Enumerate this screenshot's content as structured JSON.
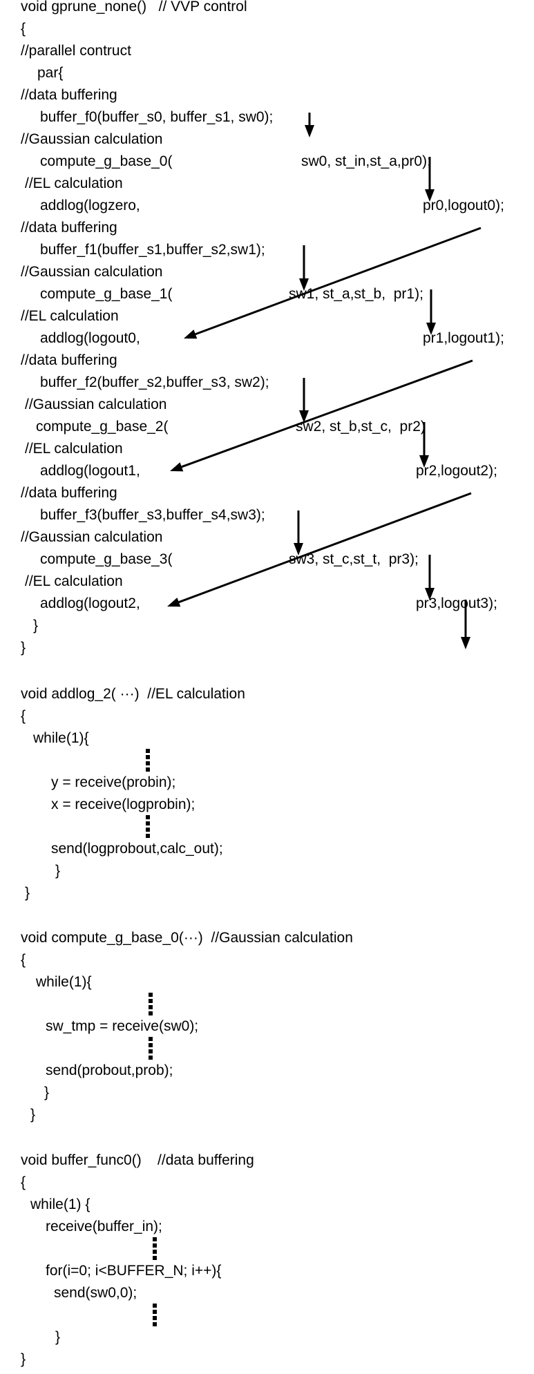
{
  "lines": [
    {
      "id": "l1",
      "text": "void gprune_none()   // VVP control"
    },
    {
      "id": "l2",
      "text": "{"
    },
    {
      "id": "l3",
      "text": "//parallel contruct"
    },
    {
      "id": "l4",
      "text": "par{"
    },
    {
      "id": "l5",
      "text": "//data buffering"
    },
    {
      "id": "l6",
      "text": "buffer_f0(buffer_s0, buffer_s1, sw0);"
    },
    {
      "id": "l7",
      "text": "//Gaussian calculation"
    },
    {
      "id": "l8a",
      "text": "compute_g_base_0("
    },
    {
      "id": "l8b",
      "text": "sw0, st_in,st_a,pr0);"
    },
    {
      "id": "l9",
      "text": "//EL calculation"
    },
    {
      "id": "l10a",
      "text": "addlog(logzero,"
    },
    {
      "id": "l10b",
      "text": "pr0,logout0);"
    },
    {
      "id": "l11",
      "text": "//data buffering"
    },
    {
      "id": "l12",
      "text": "buffer_f1(buffer_s1,buffer_s2,sw1);"
    },
    {
      "id": "l13",
      "text": "//Gaussian calculation"
    },
    {
      "id": "l14a",
      "text": "compute_g_base_1("
    },
    {
      "id": "l14b",
      "text": "sw1, st_a,st_b,  pr1);"
    },
    {
      "id": "l15",
      "text": "//EL calculation"
    },
    {
      "id": "l16a",
      "text": "addlog(logout0,"
    },
    {
      "id": "l16b",
      "text": "pr1,logout1);"
    },
    {
      "id": "l17",
      "text": "//data buffering"
    },
    {
      "id": "l18",
      "text": "buffer_f2(buffer_s2,buffer_s3, sw2);"
    },
    {
      "id": "l19",
      "text": "//Gaussian calculation"
    },
    {
      "id": "l20a",
      "text": "compute_g_base_2("
    },
    {
      "id": "l20b",
      "text": "sw2, st_b,st_c,  pr2)"
    },
    {
      "id": "l21",
      "text": "//EL calculation"
    },
    {
      "id": "l22a",
      "text": "addlog(logout1,"
    },
    {
      "id": "l22b",
      "text": "pr2,logout2);"
    },
    {
      "id": "l23",
      "text": "//data buffering"
    },
    {
      "id": "l24",
      "text": "buffer_f3(buffer_s3,buffer_s4,sw3);"
    },
    {
      "id": "l25",
      "text": "//Gaussian calculation"
    },
    {
      "id": "l26a",
      "text": "compute_g_base_3("
    },
    {
      "id": "l26b",
      "text": "sw3, st_c,st_t,  pr3);"
    },
    {
      "id": "l27",
      "text": "//EL calculation"
    },
    {
      "id": "l28a",
      "text": "addlog(logout2,"
    },
    {
      "id": "l28b",
      "text": "pr3,logout3);"
    },
    {
      "id": "l29",
      "text": "}"
    },
    {
      "id": "l30",
      "text": "}"
    },
    {
      "id": "m1",
      "text": "void addlog_2( ···)  //EL calculation"
    },
    {
      "id": "m2",
      "text": "{"
    },
    {
      "id": "m3",
      "text": "while(1){"
    },
    {
      "id": "m4",
      "text": "y = receive(probin);"
    },
    {
      "id": "m5",
      "text": "x = receive(logprobin);"
    },
    {
      "id": "m6",
      "text": "send(logprobout,calc_out);"
    },
    {
      "id": "m7",
      "text": "}"
    },
    {
      "id": "m8",
      "text": "}"
    },
    {
      "id": "n1",
      "text": "void compute_g_base_0(···)  //Gaussian calculation"
    },
    {
      "id": "n2",
      "text": "{"
    },
    {
      "id": "n3",
      "text": "while(1){"
    },
    {
      "id": "n4",
      "text": "sw_tmp = receive(sw0);"
    },
    {
      "id": "n5",
      "text": "send(probout,prob);"
    },
    {
      "id": "n6",
      "text": "}"
    },
    {
      "id": "n7",
      "text": "}"
    },
    {
      "id": "p1",
      "text": "void buffer_func0()    //data buffering"
    },
    {
      "id": "p2",
      "text": "{"
    },
    {
      "id": "p3",
      "text": "while(1) {"
    },
    {
      "id": "p4",
      "text": "receive(buffer_in);"
    },
    {
      "id": "p5",
      "text": "for(i=0; i<BUFFER_N; i++){"
    },
    {
      "id": "p6",
      "text": "send(sw0,0);"
    },
    {
      "id": "p7",
      "text": "}"
    },
    {
      "id": "p8",
      "text": "}"
    }
  ]
}
